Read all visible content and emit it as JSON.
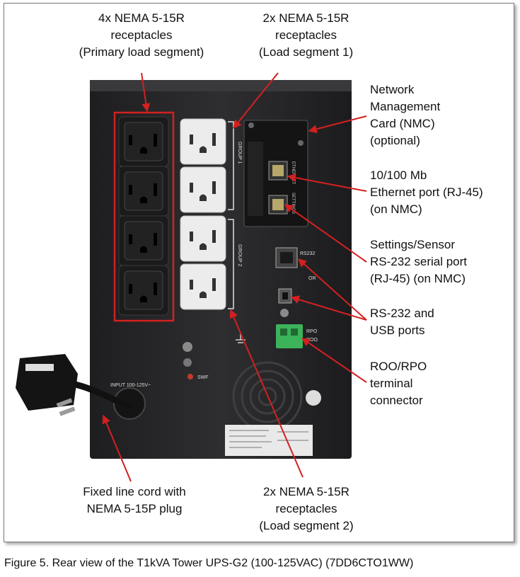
{
  "labels": {
    "primary_outlets": "4x NEMA 5-15R\nreceptacles\n(Primary load segment)",
    "segment1_outlets": "2x NEMA 5-15R\nreceptacles\n(Load segment 1)",
    "nmc": "Network\nManagement\nCard (NMC)\n(optional)",
    "ethernet": "10/100 Mb\nEthernet port (RJ-45)\n(on NMC)",
    "serial": "Settings/Sensor\nRS-232 serial port\n(RJ-45) (on NMC)",
    "rs232_usb": "RS-232 and\nUSB ports",
    "roo_rpo": "ROO/RPO\nterminal\nconnector",
    "line_cord": "Fixed line cord with\nNEMA 5-15P plug",
    "segment2_outlets": "2x NEMA 5-15R\nreceptacles\n(Load segment 2)"
  },
  "device_text": {
    "group1": "GROUP 1",
    "group2": "GROUP 2",
    "rs232": "RS232",
    "or": "OR",
    "rpo": "RPO",
    "roo": "ROO",
    "input": "INPUT 100-125V~",
    "swf": "SWF",
    "ethernet": "ETHERNET",
    "settings": "SETTINGS"
  },
  "caption": "Figure 5. Rear view of the T1kVA Tower UPS-G2 (100-125VAC) (7DD6CTO1WW)",
  "colors": {
    "callout": "#d42020",
    "chassis": "#2a2a2c",
    "black_outlet": "#1b1b1b",
    "white_outlet": "#ececec",
    "terminal_green": "#3cb35a"
  }
}
